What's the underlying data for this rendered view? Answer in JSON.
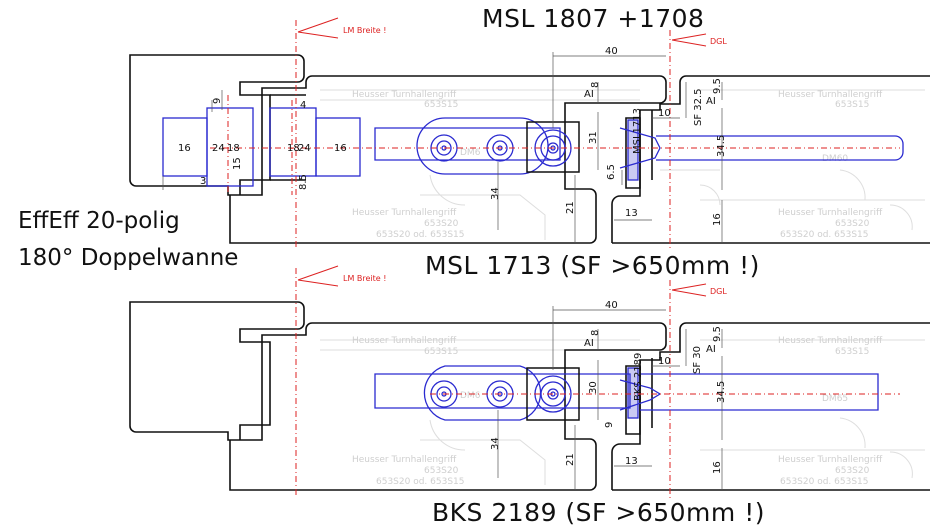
{
  "titles": {
    "top": "MSL 1807 +1708",
    "middle": "MSL 1713 (SF >650mm !)",
    "bottom": "BKS 2189 (SF >650mm !)"
  },
  "side_labels": {
    "line1": "EffEff 20-polig",
    "line2": "180° Doppelwanne"
  },
  "markers": {
    "lm_breite": "LM Breite !",
    "dgl": "DGL"
  },
  "ghost_labels": {
    "heusser": "Heusser Turnhallengriff",
    "code_515": "653S15",
    "code_520": "653S20",
    "code_520_515": "653S20 od. 653S15",
    "dm60": "DM60",
    "dm65": "DM65",
    "dm_partial": "DM6"
  },
  "part_labels": {
    "msl_tag": "MSL1713",
    "bks_tag": "BKS 2189"
  },
  "upper_dims": {
    "d16a": "16",
    "d24a": "24",
    "d18a": "18",
    "d15": "15",
    "d9": "9",
    "d3": "3",
    "d18b": "18",
    "d24b": "24",
    "d4": "4",
    "d16b": "16",
    "d85": "8.5",
    "d40": "40",
    "d8": "8",
    "d31": "31",
    "d34": "34",
    "d21": "21",
    "d65": "6.5",
    "d13": "13",
    "d10": "10",
    "d325": "SF 32.5",
    "d95": "9.5",
    "d345": "34.5",
    "d16c": "16"
  },
  "lower_dims": {
    "d40": "40",
    "d8": "8",
    "d30": "30",
    "d34": "34",
    "d21": "21",
    "d9": "9",
    "d13": "13",
    "d10": "10",
    "sf30": "SF 30",
    "d95": "9.5",
    "d345": "34.5",
    "d16": "16"
  },
  "colors": {
    "outline": "#111111",
    "lock_blue": "#2a2ad0",
    "dim_red": "#d22222",
    "ghost_gray": "#cfcfcf"
  }
}
